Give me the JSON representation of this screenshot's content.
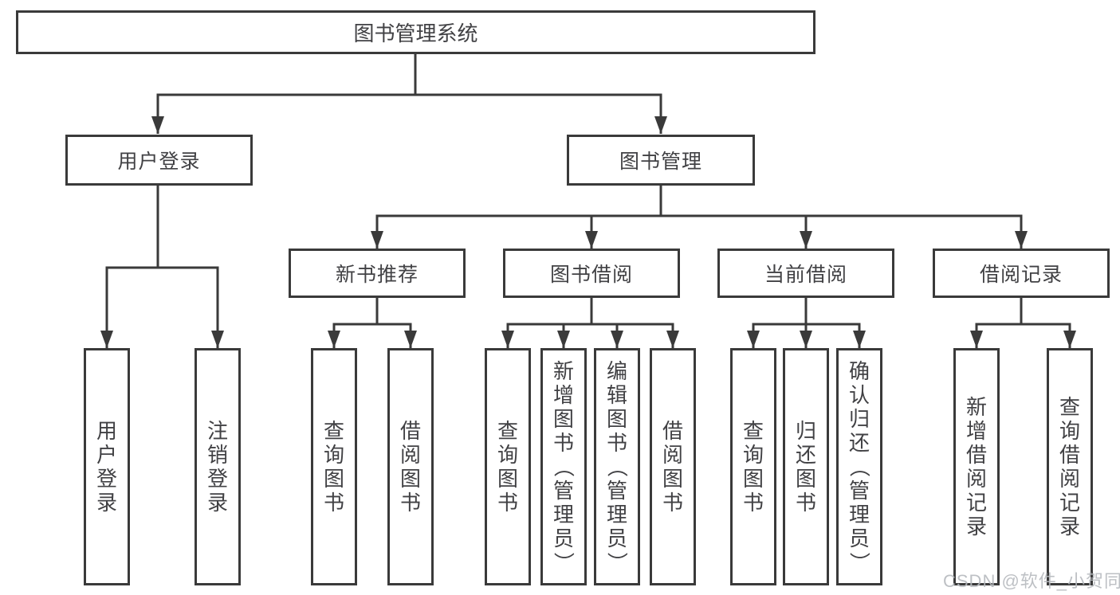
{
  "diagram_title": "图书管理系统",
  "tree": {
    "root": {
      "label": "图书管理系统"
    },
    "branches": [
      {
        "label": "用户登录",
        "children": [
          {
            "label": "用户登录"
          },
          {
            "label": "注销登录"
          }
        ]
      },
      {
        "label": "图书管理",
        "children": [
          {
            "label": "新书推荐",
            "children": [
              {
                "label": "查询图书"
              },
              {
                "label": "借阅图书"
              }
            ]
          },
          {
            "label": "图书借阅",
            "children": [
              {
                "label": "查询图书"
              },
              {
                "label": "新增图书（管理员）"
              },
              {
                "label": "编辑图书（管理员）"
              },
              {
                "label": "借阅图书"
              }
            ]
          },
          {
            "label": "当前借阅",
            "children": [
              {
                "label": "查询图书"
              },
              {
                "label": "归还图书"
              },
              {
                "label": "确认归还（管理员）"
              }
            ]
          },
          {
            "label": "借阅记录",
            "children": [
              {
                "label": "新增借阅记录"
              },
              {
                "label": "查询借阅记录"
              }
            ]
          }
        ]
      }
    ]
  },
  "watermark": "CSDN @软件_小贺同学",
  "colors": {
    "line": "#3a3a3a",
    "text": "#414144",
    "watermark": "#b6b9be",
    "background": "#ffffff"
  }
}
